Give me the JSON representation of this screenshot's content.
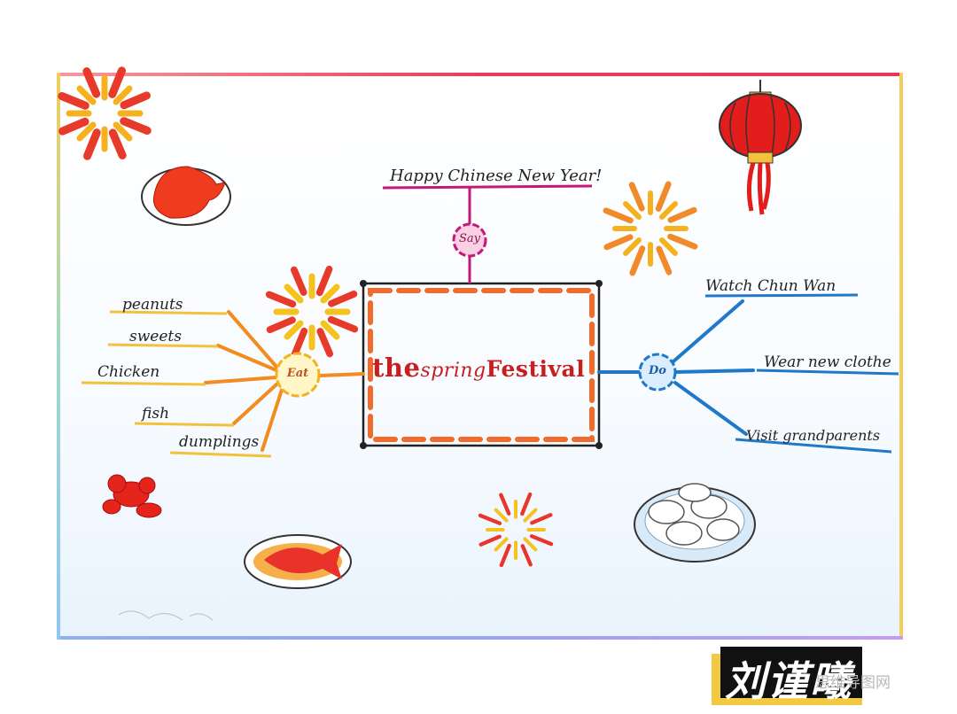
{
  "central_topic": {
    "part1": "the",
    "part2": "spring",
    "part3": "Festival"
  },
  "branches": {
    "say": {
      "node": "Say",
      "items": [
        "Happy Chinese New Year!"
      ]
    },
    "eat": {
      "node": "Eat",
      "items": [
        "peanuts",
        "sweets",
        "Chicken",
        "fish",
        "dumplings"
      ]
    },
    "do": {
      "node": "Do",
      "items": [
        "Watch Chun Wan",
        "Wear new clothe",
        "Visit grandparents"
      ]
    }
  },
  "author": "刘谨曦",
  "watermark": "思维导图网",
  "colors": {
    "frame_top": "#e7365a",
    "frame_right": "#f2cf5a",
    "frame_bottom": "#9aa4ef",
    "title_red": "#c81e1e",
    "dash_orange": "#f26b2a",
    "say_magenta": "#c2187a",
    "eat_orange": "#f28c1e",
    "do_blue": "#1f78c8"
  },
  "icons": [
    "firework-icon",
    "lantern-icon",
    "roast-chicken-icon",
    "crayfish-icon",
    "fish-dish-icon",
    "dumplings-icon"
  ]
}
